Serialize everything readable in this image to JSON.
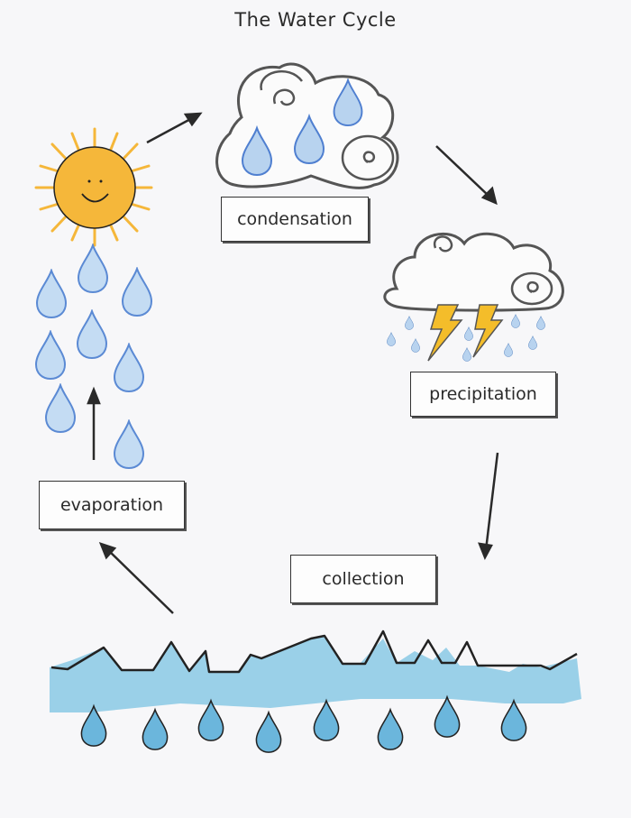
{
  "title": "The Water Cycle",
  "stages": {
    "condensation": {
      "label": "condensation"
    },
    "precipitation": {
      "label": "precipitation"
    },
    "collection": {
      "label": "collection"
    },
    "evaporation": {
      "label": "evaporation"
    }
  },
  "colors": {
    "paper": "#f7f7f9",
    "outline": "#2a2a2a",
    "cloud_outline": "#555555",
    "sun_fill": "#f5b73a",
    "drop_fill": "#b8d3ef",
    "drop_outline": "#4f7fd0",
    "water_fill": "#8fcbe6",
    "water_drop_fill": "#6bb6dc",
    "lightning_fill": "#f4bd2a"
  },
  "icons": [
    "sun-icon",
    "cloud-with-drops-icon",
    "storm-cloud-icon",
    "lightning-icon",
    "water-waves-icon",
    "water-drop-icon",
    "arrow-icon"
  ]
}
